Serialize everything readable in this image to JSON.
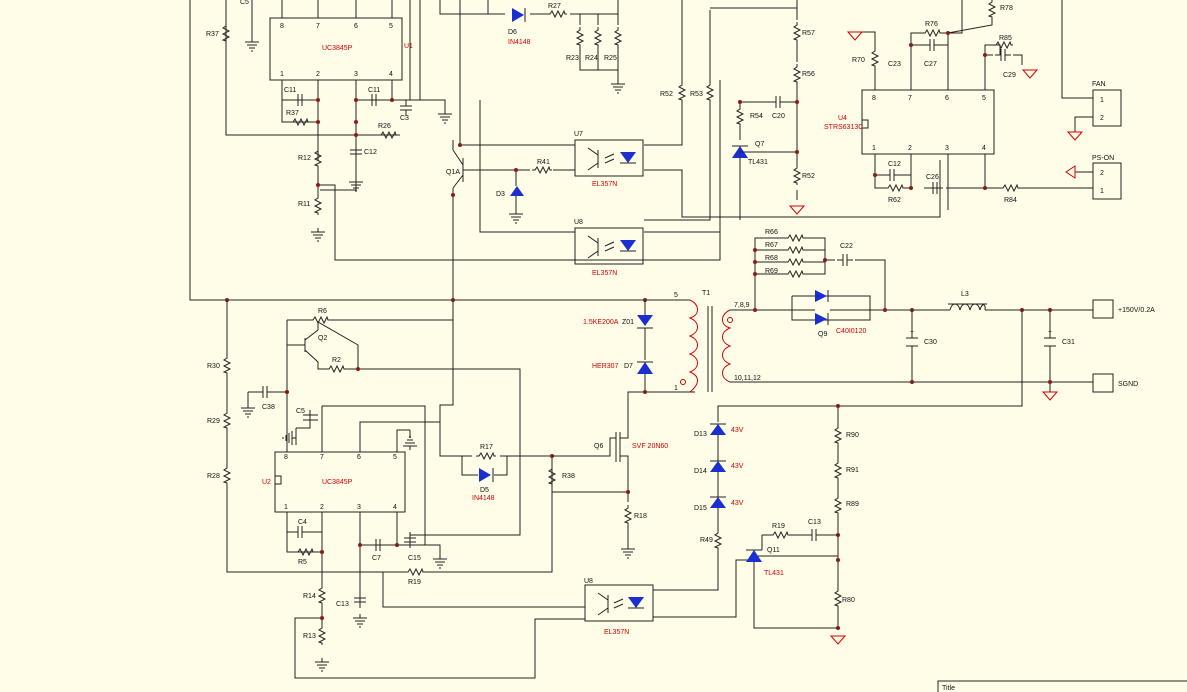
{
  "title_block": {
    "label": "Title"
  },
  "ics": [
    {
      "ref": "U1",
      "part": "UC3845P",
      "pins": [
        "8",
        "7",
        "6",
        "5",
        "1",
        "2",
        "3",
        "4"
      ]
    },
    {
      "ref": "U2",
      "part": "UC3845P",
      "pins": [
        "8",
        "7",
        "6",
        "5",
        "1",
        "2",
        "3",
        "4"
      ]
    },
    {
      "ref": "U4",
      "part": "STRS6313C",
      "pins": [
        "8",
        "7",
        "6",
        "5",
        "1",
        "2",
        "3",
        "4"
      ]
    }
  ],
  "optocouplers": [
    {
      "ref": "U7",
      "part": "EL357N"
    },
    {
      "ref": "U8",
      "part": "EL357N"
    },
    {
      "ref": "U8",
      "part": "EL357N"
    }
  ],
  "resistors": [
    "R37",
    "R37",
    "R26",
    "R12",
    "R11",
    "R27",
    "R23",
    "R24",
    "R25",
    "R52",
    "R53",
    "R41",
    "R57",
    "R56",
    "R54",
    "R52",
    "R76",
    "R70",
    "R78",
    "R85",
    "R62",
    "R84",
    "R66",
    "R67",
    "R68",
    "R69",
    "R6",
    "R2",
    "R30",
    "R29",
    "R28",
    "R17",
    "R38",
    "R18",
    "R5",
    "R19",
    "R14",
    "R13",
    "R49",
    "R90",
    "R91",
    "R89",
    "R19",
    "R80"
  ],
  "capacitors": [
    "C5",
    "C11",
    "C11",
    "C3",
    "C12",
    "C20",
    "C23",
    "C27",
    "C29",
    "C12",
    "C26",
    "C22",
    "C30",
    "C31",
    "C38",
    "C5",
    "C4",
    "C7",
    "C15",
    "C13",
    "C13"
  ],
  "transistors": [
    {
      "ref": "Q1A"
    },
    {
      "ref": "Q7",
      "part": "TL431"
    },
    {
      "ref": "Q2"
    },
    {
      "ref": "Q6",
      "part": "SVF 20N60"
    },
    {
      "ref": "Q11",
      "part": "TL431"
    },
    {
      "ref": "Q9",
      "part": "C40I0120"
    }
  ],
  "diodes": [
    {
      "ref": "D6",
      "part": "IN4148"
    },
    {
      "ref": "D3"
    },
    {
      "ref": "Z01",
      "part": "1.5KE200A"
    },
    {
      "ref": "D7",
      "part": "HER307"
    },
    {
      "ref": "D5",
      "part": "IN4148"
    },
    {
      "ref": "D13",
      "value": "43V"
    },
    {
      "ref": "D14",
      "value": "43V"
    },
    {
      "ref": "D15",
      "value": "43V"
    }
  ],
  "transformer": {
    "ref": "T1",
    "pin_primary_top": "5",
    "pin_primary_bottom": "1",
    "pin_secondary_top": "7,8,9",
    "pin_secondary_bottom": "10,11,12"
  },
  "inductor": {
    "ref": "L3"
  },
  "connectors": [
    {
      "ref": "FAN",
      "pins": [
        "1",
        "2"
      ]
    },
    {
      "ref": "PS-ON",
      "pins": [
        "2",
        "1"
      ]
    }
  ],
  "output_labels": {
    "out": "+150V/0.2A",
    "gnd": "SGND"
  }
}
